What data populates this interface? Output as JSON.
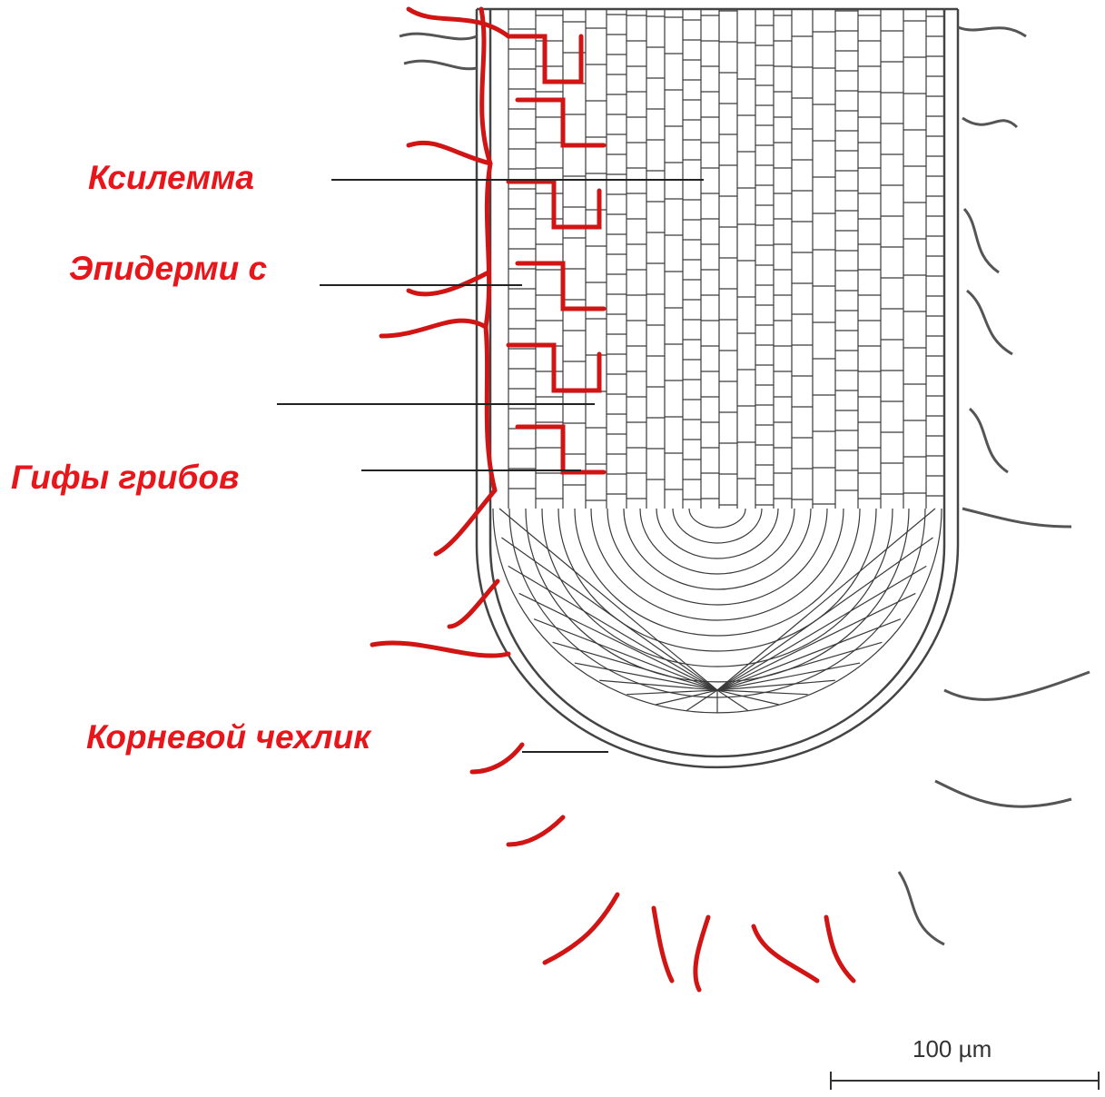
{
  "labels": {
    "xylem": "Ксилемма",
    "epidermis": "Эпидерми с",
    "hyphae": "Гифы грибов",
    "root_cap": "Корневой чехлик"
  },
  "scale_bar": {
    "label": "100 µm"
  },
  "colors": {
    "hyphae": "#d11414",
    "labels": "#e8161b",
    "cells": "#3a3a3a",
    "outline": "#444444"
  }
}
